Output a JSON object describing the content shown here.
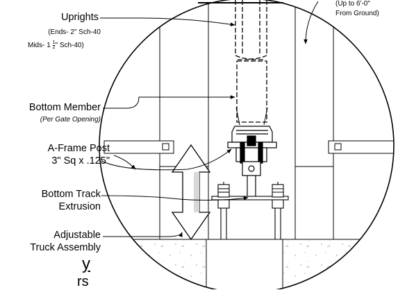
{
  "callouts": {
    "uprights": {
      "title": "Uprights",
      "ends": "(Ends- 2\" Sch-40",
      "mids_prefix": "Mids- 1",
      "mids_frac_num": "1",
      "mids_frac_den": "2",
      "mids_suffix": "\" Sch-40)"
    },
    "bottom_member": {
      "title": "Bottom Member",
      "note": "(Per Gate Opening)"
    },
    "aframe_post": {
      "line1": "A-Frame Post",
      "line2": "3\" Sq x .125\""
    },
    "bottom_track": {
      "line1": "Bottom Track",
      "line2": "Extrusion"
    },
    "adjustable_truck": {
      "line1": "Adjustable",
      "line2": "Truck Assembly"
    },
    "height_note": {
      "line1": "(Up to 6'-0\"",
      "line2": "From Ground)"
    }
  },
  "cut_text": {
    "partial_1": "y",
    "partial_2": "rs"
  }
}
